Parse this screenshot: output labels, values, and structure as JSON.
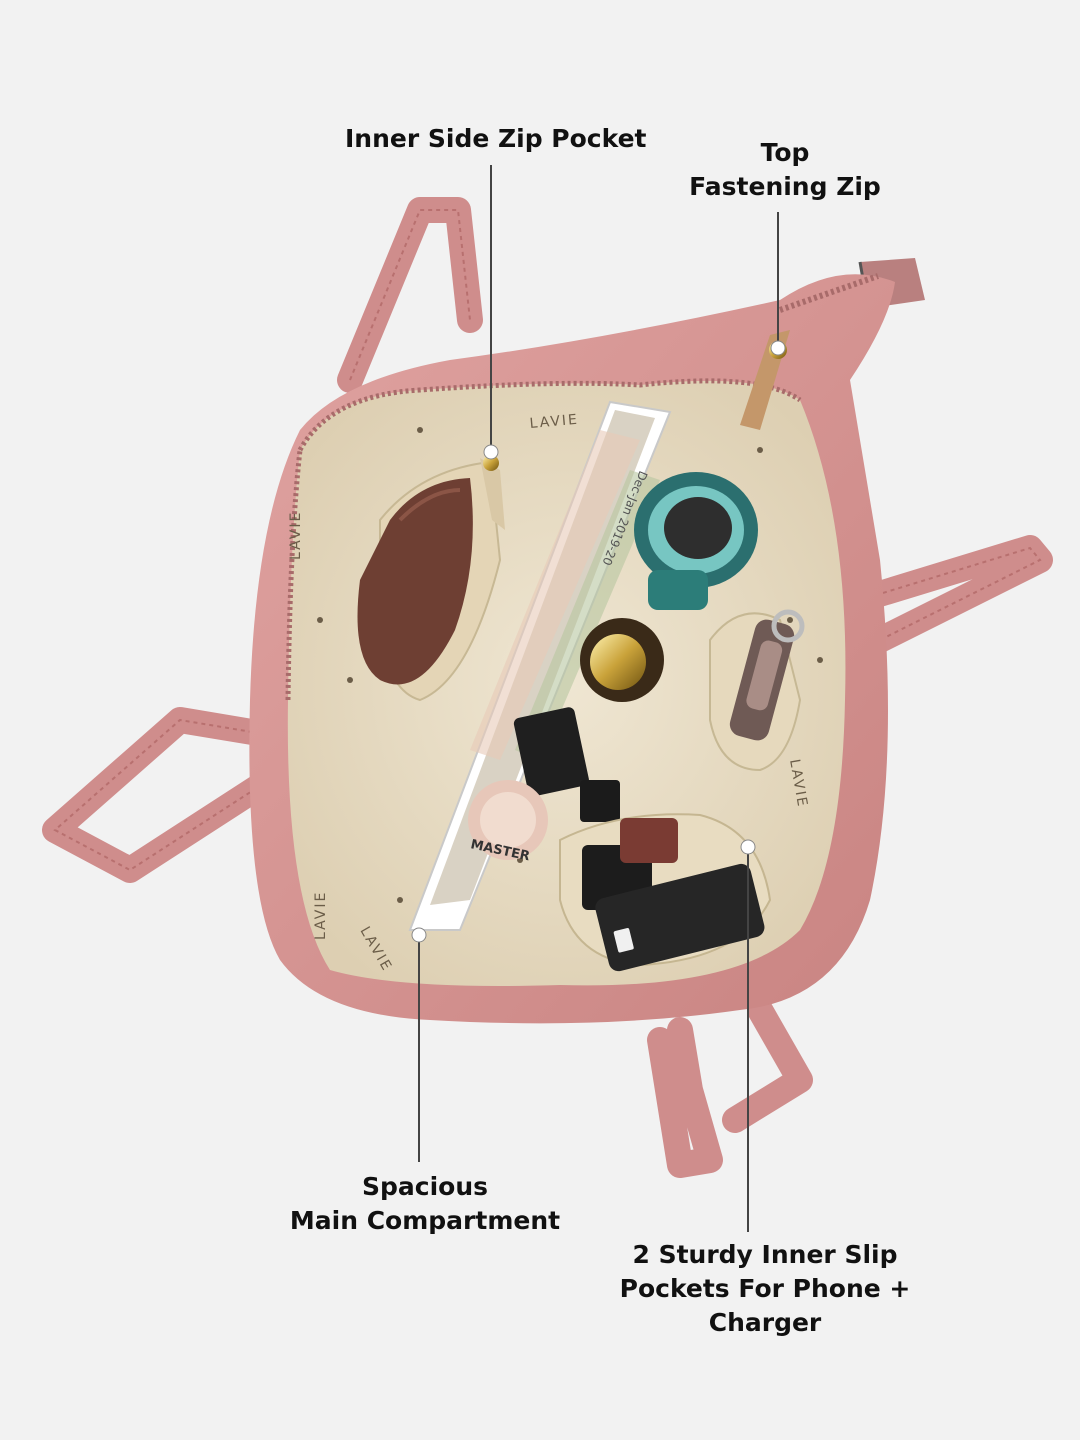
{
  "image": {
    "subject": "pink-tote-bag-interior",
    "background_color": "#f2f2f2",
    "bag_color": "#d4918f",
    "lining_color": "#e9ddc5",
    "pattern_text": "LAVIE"
  },
  "callouts": {
    "inner_side_zip_pocket": {
      "lines": [
        "Inner Side Zip Pocket"
      ]
    },
    "top_fastening_zip": {
      "lines": [
        "Top",
        "Fastening Zip"
      ]
    },
    "spacious_main_compartment": {
      "lines": [
        "Spacious",
        "Main Compartment"
      ]
    },
    "inner_slip_pockets": {
      "lines": [
        "2 Sturdy Inner Slip",
        "Pockets For Phone +",
        "Charger"
      ]
    }
  }
}
